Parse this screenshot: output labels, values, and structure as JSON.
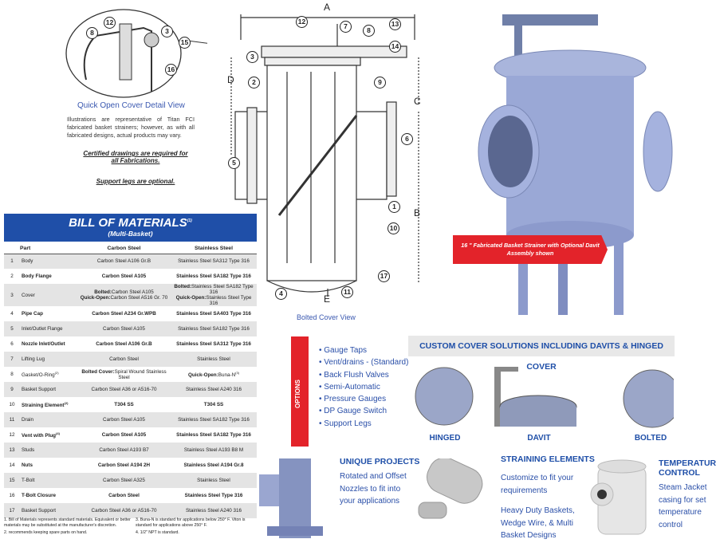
{
  "detail_view": {
    "title": "Quick Open Cover Detail View",
    "callouts": [
      "12",
      "8",
      "3",
      "15",
      "16"
    ]
  },
  "disclaimer": "Illustrations are representative of Titan FCI fabricated basket strainers; however, as with all fabricated designs, actual products may vary.",
  "note_certified": "Certified drawings are required for all Fabrications.",
  "note_legs": "Support legs are optional.",
  "bom": {
    "title": "BILL OF MATERIALS",
    "title_sup": "(1)",
    "subtitle": "(Multi-Basket)",
    "columns": [
      "Part",
      "Carbon Steel",
      "Stainless Steel"
    ],
    "rows": [
      {
        "n": "1",
        "part": "Body",
        "cs": "Carbon Steel A106 Gr.B",
        "ss": "Stainless Steel SA312  Type 316"
      },
      {
        "n": "2",
        "part": "Body Flange",
        "cs": "Carbon Steel A105",
        "ss": "Stainless Steel SA182  Type 316"
      },
      {
        "n": "3",
        "part": "Cover",
        "cs_b_label": "Bolted:",
        "cs_b": "Carbon Steel A105",
        "cs_q_label": "Quick-Open:",
        "cs_q": "Carbon Steel A516 Gr. 70",
        "ss_b_label": "Bolted:",
        "ss_b": "Stainless Steel SA182  Type 316",
        "ss_q_label": "Quick-Open:",
        "ss_q": "Stainless Steel Type 316"
      },
      {
        "n": "4",
        "part": "Pipe Cap",
        "cs": "Carbon Steel A234 Gr.WPB",
        "ss": "Stainless Steel SA403 Type 316"
      },
      {
        "n": "5",
        "part": "Inlet/Outlet Flange",
        "cs": "Carbon Steel A105",
        "ss": "Stainless Steel SA182  Type 316"
      },
      {
        "n": "6",
        "part": "Nozzle Inlet/Outlet",
        "cs": "Carbon Steel A106 Gr.B",
        "ss": "Stainless Steel SA312  Type 316"
      },
      {
        "n": "7",
        "part": "Lifting Lug",
        "cs": "Carbon Steel",
        "ss": "Stainless Steel"
      },
      {
        "n": "8",
        "part": "Gasket/O-Ring",
        "sup": "(2)",
        "cs_label": "Bolted Cover:",
        "cs": "Spiral Wound Stainless Steel",
        "ss_label": "Quick-Open:",
        "ss": "Buna-N",
        "ss_sup": "(3)"
      },
      {
        "n": "9",
        "part": "Basket Support",
        "cs": "Carbon Steel A36 or A516-70",
        "ss": "Stainless Steel A240 316"
      },
      {
        "n": "10",
        "part": "Straining Element",
        "sup": "(2)",
        "cs": "T304 SS",
        "ss": "T304 SS"
      },
      {
        "n": "11",
        "part": "Drain",
        "cs": "Carbon Steel A105",
        "ss": "Stainless Steel SA182  Type 316"
      },
      {
        "n": "12",
        "part": "Vent with Plug",
        "sup": "(4)",
        "cs": "Carbon Steel A105",
        "ss": "Stainless Steel SA182  Type 316"
      },
      {
        "n": "13",
        "part": "Studs",
        "cs": "Carbon Steel A193 B7",
        "ss": "Stainless Steel A193 B8 M"
      },
      {
        "n": "14",
        "part": "Nuts",
        "cs": "Carbon Steel  A194 2H",
        "ss": "Stainless Steel A194 Gr.8"
      },
      {
        "n": "15",
        "part": "T-Bolt",
        "cs": "Carbon Steel A325",
        "ss": "Stainless Steel"
      },
      {
        "n": "16",
        "part": "T-Bolt Closure",
        "cs": "Carbon Steel",
        "ss": "Stainless Steel Type 316"
      },
      {
        "n": "17",
        "part": "Basket Support",
        "cs": "Carbon Steel A36 or A516-70",
        "ss": "Stainless Steel A240 316"
      }
    ],
    "footnotes": [
      "1. Bill of Materials represents standard materials. Equivalent or better materials may be substituted at the manufacturer's discretion.",
      "2.  recommends keeping spare parts on hand.",
      "3. Buna-N is standard for applications below 250° F. Viton is standard for applications above 250° F.",
      "4. 1/2\" NPT is standard."
    ]
  },
  "drawing": {
    "title": "Bolted Cover View",
    "letters": {
      "a": "A",
      "b": "B",
      "c": "C",
      "d": "D",
      "e": "E"
    },
    "callouts": [
      "12",
      "7",
      "8",
      "13",
      "3",
      "14",
      "2",
      "9",
      "6",
      "5",
      "1",
      "10",
      "17",
      "4",
      "11"
    ]
  },
  "photo_caption": "16 \" Fabricated Basket Strainer with Optional Davit Assembly shown",
  "options": {
    "label": "OPTIONS",
    "items": [
      "Gauge Taps",
      "Vent/drains - (Standard)",
      "Back Flush Valves",
      "Semi-Automatic",
      "Pressure Gauges",
      "DP Gauge Switch",
      "Support Legs"
    ]
  },
  "custom_cover": {
    "title": "CUSTOM COVER SOLUTIONS INCLUDING DAVITS & HINGED COVER",
    "types": [
      "HINGED",
      "DAVIT",
      "BOLTED"
    ]
  },
  "features": [
    {
      "title": "UNIQUE PROJECTS",
      "body": "Rotated and Offset Nozzles to fit into your applications"
    },
    {
      "title": "STRAINING ELEMENTS",
      "body": "Customize to fit your requirements",
      "body2": "Heavy Duty Baskets, Wedge Wire, & Multi Basket Designs"
    },
    {
      "title": "TEMPERATURE CONTROL",
      "body": "Steam Jacket casing for set temperature control"
    }
  ],
  "colors": {
    "brand_blue": "#1f4fa8",
    "accent_red": "#e3232a",
    "steel": "#8c9fcc"
  }
}
